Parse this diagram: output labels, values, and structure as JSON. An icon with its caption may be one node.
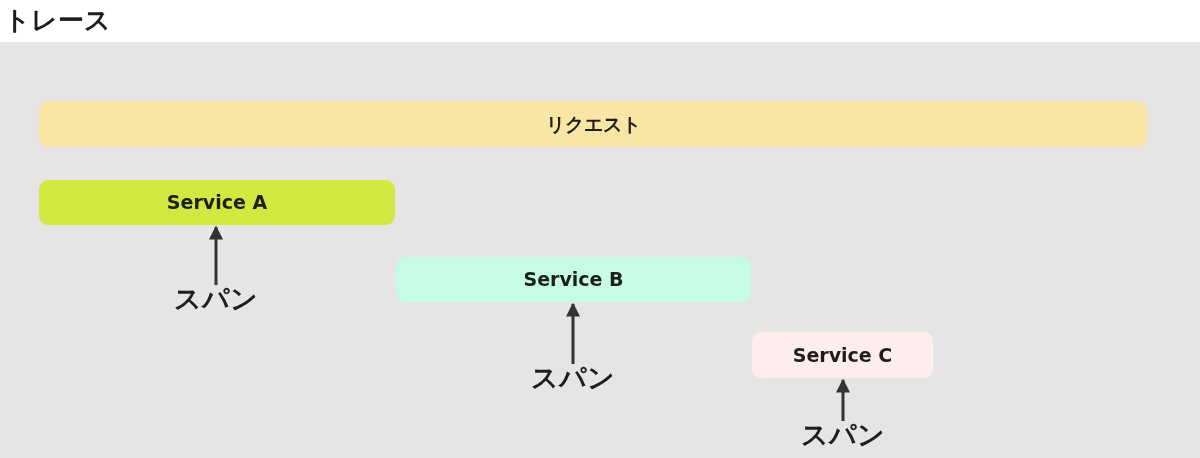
{
  "diagram": {
    "title": "トレース",
    "nodes": [
      {
        "text": [
          "リクエスト"
        ]
      },
      {
        "text": [
          "Service A"
        ]
      },
      {
        "text": [
          "Service B"
        ]
      },
      {
        "text": [
          "Service C"
        ]
      },
      {
        "text": [
          "スパン"
        ]
      },
      {
        "text": [
          "スパン"
        ]
      },
      {
        "text": [
          "スパン"
        ]
      }
    ],
    "edges": [
      {
        "from": 4,
        "to": 1,
        "arrow": "to"
      },
      {
        "from": 5,
        "to": 2,
        "arrow": "to"
      },
      {
        "from": 6,
        "to": 3,
        "arrow": "to"
      }
    ]
  }
}
